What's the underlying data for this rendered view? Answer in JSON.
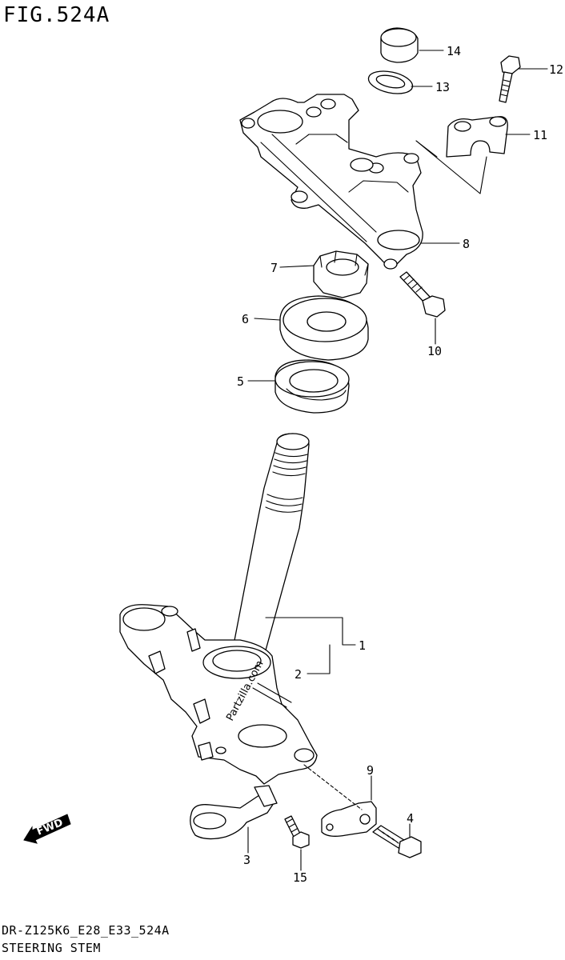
{
  "header": {
    "title": "FIG.524A"
  },
  "footer": {
    "model_code": "DR-Z125K6_E28_E33_524A",
    "section_name": "STEERING STEM"
  },
  "watermark": "Partzilla.com",
  "fwd_label": "FWD",
  "callouts": [
    "14",
    "13",
    "12",
    "11",
    "8",
    "7",
    "10",
    "6",
    "5",
    "1",
    "2",
    "9",
    "4",
    "3",
    "15"
  ]
}
